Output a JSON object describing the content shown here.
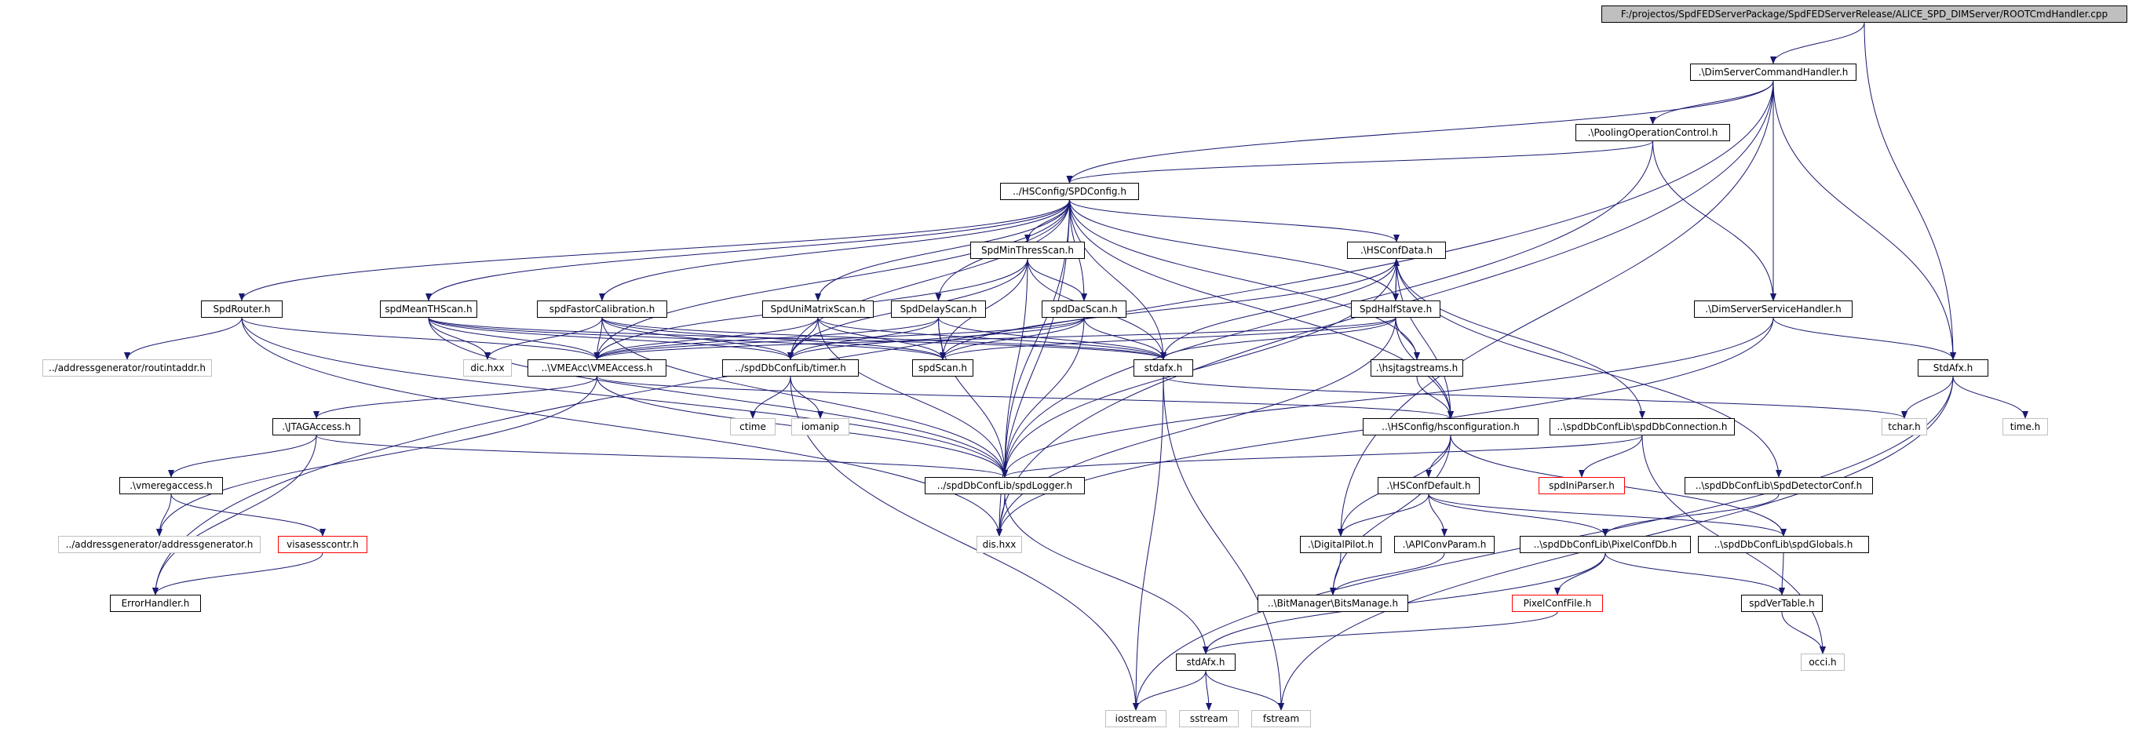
{
  "colors": {
    "edge": "#191970",
    "node_border": "#000000",
    "external_border": "#bfbfbf",
    "missing_border": "#ff0000",
    "root_fill": "#bfbfbf"
  },
  "nodes": {
    "root": "F:/projectos/SpdFEDServerPackage/SpdFEDServerRelease/ALICE_SPD_DIMServer/ROOTCmdHandler.cpp",
    "dimcmd": ".\\DimServerCommandHandler.h",
    "pooling": ".\\PoolingOperationControl.h",
    "spdconfig": "../HSConfig/SPDConfig.h",
    "minthres": "SpdMinThresScan.h",
    "hsconfdata": ".\\HSConfData.h",
    "dimservice": ".\\DimServerServiceHandler.h",
    "stdafx_up": "StdAfx.h",
    "spdrouter": "SpdRouter.h",
    "meanth": "spdMeanTHScan.h",
    "fastor": "spdFastorCalibration.h",
    "unimatrix": "SpdUniMatrixScan.h",
    "delay": "SpdDelayScan.h",
    "dac": "spdDacScan.h",
    "halfstave": "SpdHalfStave.h",
    "routaddr": "../addressgenerator/routintaddr.h",
    "dichxx": "dic.hxx",
    "vmeaccess": "..\\VMEAcc\\VMEAccess.h",
    "timer": "../spdDbConfLib/timer.h",
    "spdscan": "spdScan.h",
    "stdafx_mid": "stdafx.h",
    "hsjtag": ".\\hsjtagstreams.h",
    "tchar": "tchar.h",
    "timeh": "time.h",
    "jtag": ".\\JTAGAccess.h",
    "ctime": "ctime",
    "iomanip": "iomanip",
    "hsconfiguration": "..\\HSConfig/hsconfiguration.h",
    "dbconn": "..\\spdDbConfLib\\spdDbConnection.h",
    "vmeregaccess": ".\\vmeregaccess.h",
    "spdlogger": "../spdDbConfLib/spdLogger.h",
    "hsconfdefault": ".\\HSConfDefault.h",
    "spdini": "spdIniParser.h",
    "detectorconf": "..\\spdDbConfLib\\SpdDetectorConf.h",
    "addrgen": "../addressgenerator/addressgenerator.h",
    "visa": "visasesscontr.h",
    "dishxx": "dis.hxx",
    "digitalpilot": ".\\DigitalPilot.h",
    "apiconv": ".\\APIConvParam.h",
    "pixelconfdb": "..\\spdDbConfLib\\PixelConfDb.h",
    "globals": "..\\spdDbConfLib\\spdGlobals.h",
    "errorhandler": "ErrorHandler.h",
    "bitsmanage": "..\\BitManager\\BitsManage.h",
    "pixelconffile": "PixelConfFile.h",
    "verttable": "spdVerTable.h",
    "stdafx_low": "stdAfx.h",
    "occi": "occi.h",
    "iostream": "iostream",
    "sstream": "sstream",
    "fstream": "fstream"
  }
}
